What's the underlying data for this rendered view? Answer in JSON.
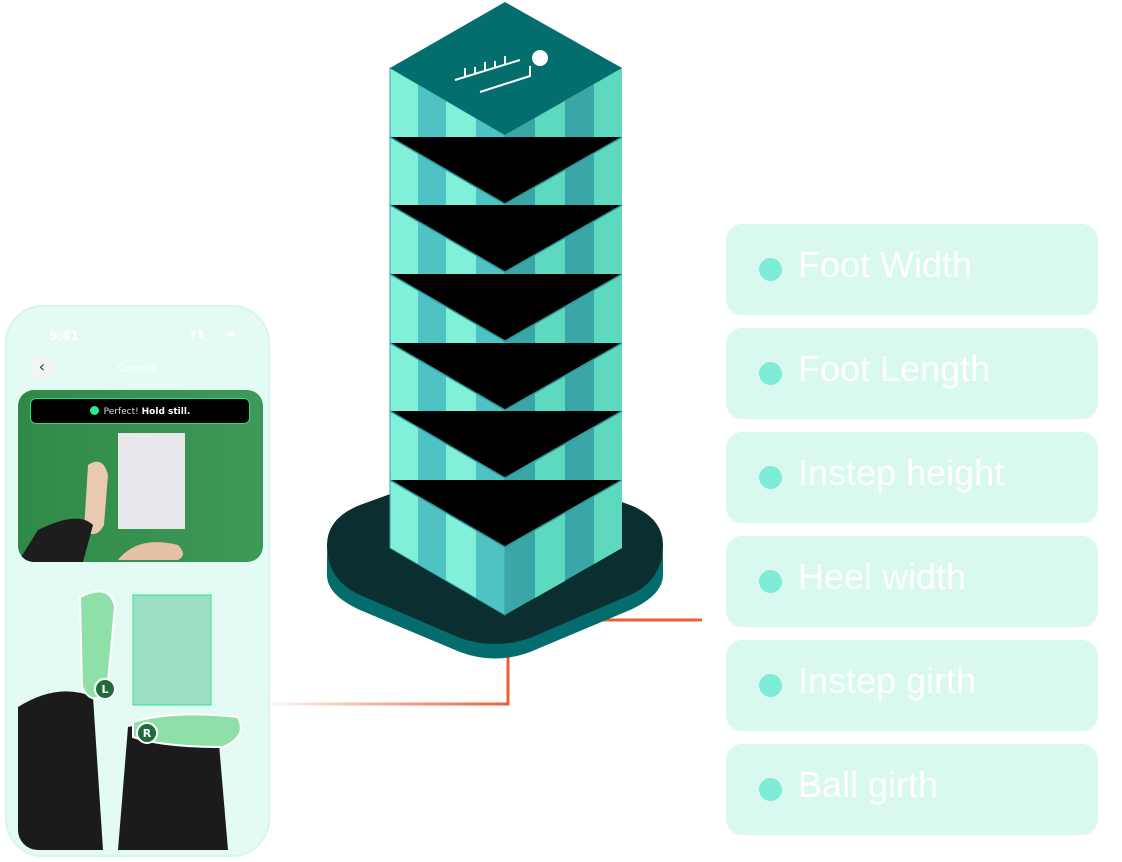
{
  "phone": {
    "status_time": "9:41",
    "screen_title": "Camera",
    "toast_text": "Perfect!",
    "toast_bold": "Hold still.",
    "left_foot_badge": "L",
    "right_foot_badge": "R"
  },
  "measurements": [
    {
      "label": "Foot Width"
    },
    {
      "label": "Foot Length"
    },
    {
      "label": "Instep height"
    },
    {
      "label": "Heel width"
    },
    {
      "label": "Instep girth"
    },
    {
      "label": "Ball girth"
    }
  ],
  "colors": {
    "accent": "#7eecd6",
    "connector": "#e8613a",
    "tower_top": "#046e6e",
    "base": "#0b2e30"
  }
}
